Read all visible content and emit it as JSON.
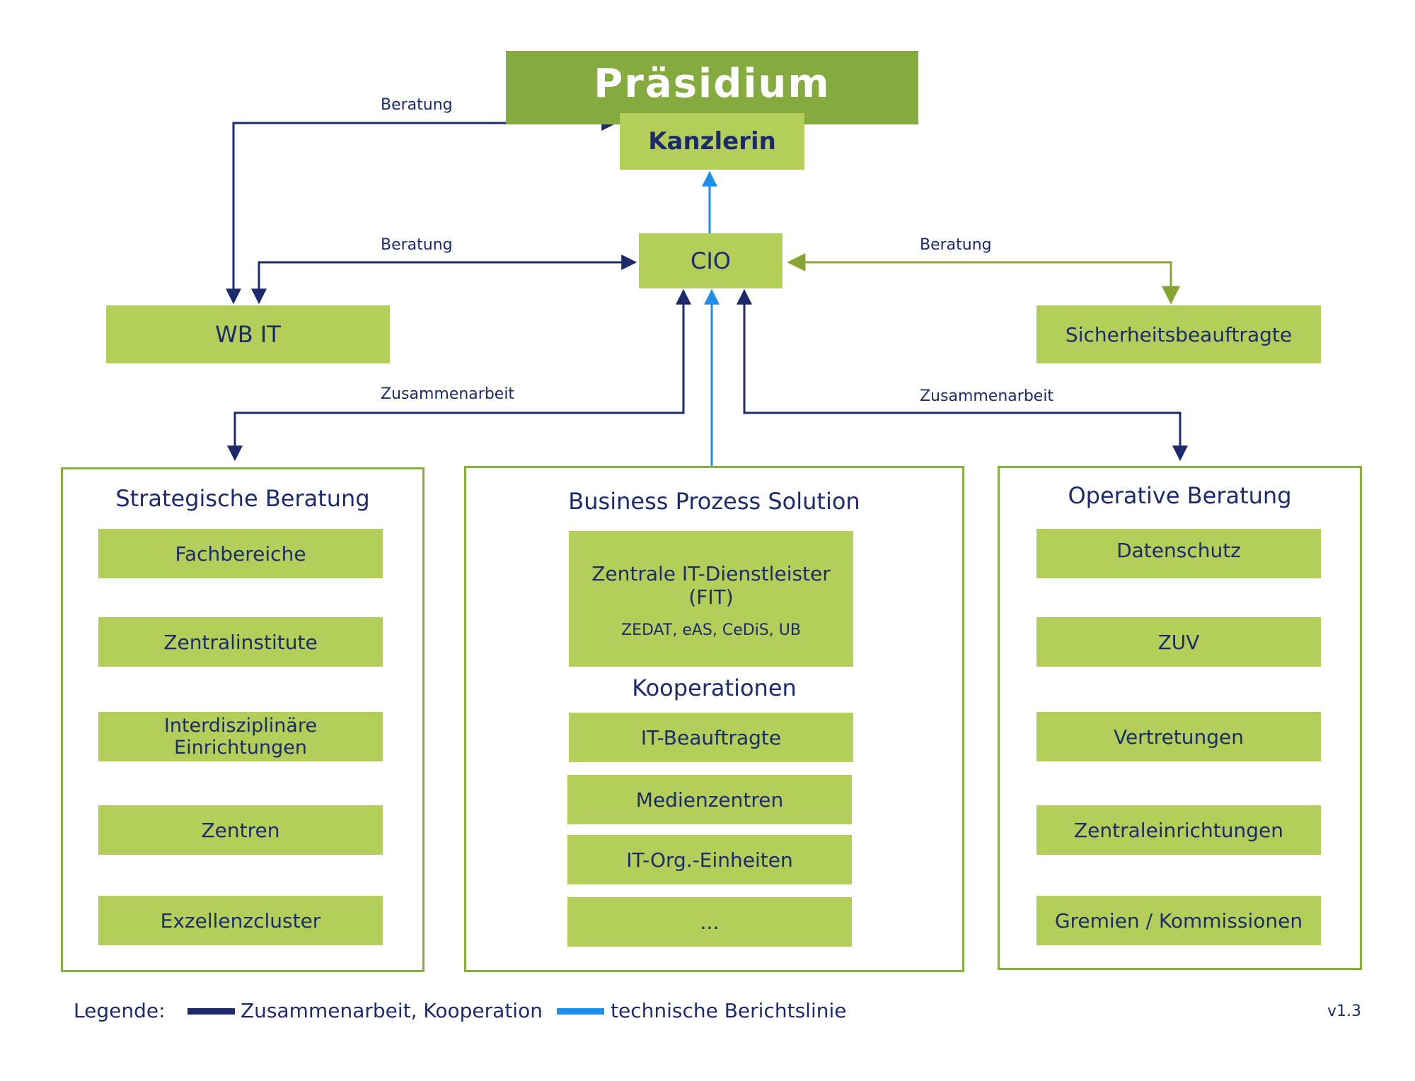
{
  "colors": {
    "navy": "#1d2a6e",
    "light_blue": "#1e8fe8",
    "olive": "#86a530",
    "box_green": "#b3cf5a",
    "header_green": "#85aa3f",
    "frame_green": "#86b03c"
  },
  "top": {
    "praesidium": "Präsidium",
    "kanzlerin": "Kanzlerin"
  },
  "cio": "CIO",
  "wb_it": "WB IT",
  "sicherheit": "Sicherheitsbeauftragte",
  "connector_labels": {
    "beratung_top": "Beratung",
    "beratung_wb": "Beratung",
    "beratung_sicherheit": "Beratung",
    "zusammenarbeit_left": "Zusammenarbeit",
    "zusammenarbeit_right": "Zusammenarbeit"
  },
  "strategische": {
    "title": "Strategische Beratung",
    "items": [
      "Fachbereiche",
      "Zentralinstitute",
      "Interdisziplinäre Einrichtungen",
      "Zentren",
      "Exzellenzcluster"
    ]
  },
  "business": {
    "title": "Business Prozess Solution",
    "fit_title": "Zentrale IT-Dienstleister (FIT)",
    "fit_sub": "ZEDAT, eAS, CeDiS, UB",
    "kooperationen_title": "Kooperationen",
    "items": [
      "IT-Beauftragte",
      "Medienzentren",
      "IT-Org.-Einheiten",
      "..."
    ]
  },
  "operative": {
    "title": "Operative Beratung",
    "items": [
      "Datenschutz",
      "ZUV",
      "Vertretungen",
      "Zentraleinrichtungen",
      "Gremien / Kommissionen"
    ]
  },
  "legend": {
    "label": "Legende:",
    "navy_text": "Zusammenarbeit, Kooperation",
    "blue_text": "technische Berichtslinie",
    "version": "v1.3"
  }
}
